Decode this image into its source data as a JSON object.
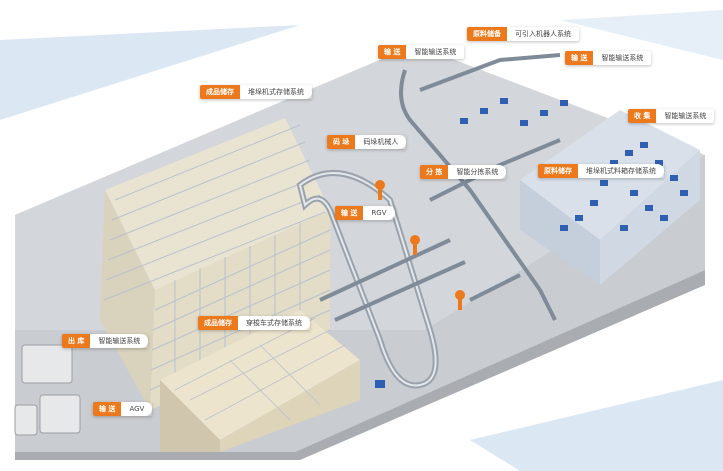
{
  "labels": [
    {
      "id": "raw-storage-top",
      "tag": "原料储备",
      "desc": "可引入机器人系统"
    },
    {
      "id": "convey-1",
      "tag": "输 送",
      "desc": "智能输送系统"
    },
    {
      "id": "convey-2",
      "tag": "输 送",
      "desc": "智能输送系统"
    },
    {
      "id": "finished-storage-1",
      "tag": "成品储存",
      "desc": "堆垛机式存储系统"
    },
    {
      "id": "sorting-1",
      "tag": "码 垛",
      "desc": "码垛机械人"
    },
    {
      "id": "collect",
      "tag": "收 集",
      "desc": "智能输送系统"
    },
    {
      "id": "sorting-2",
      "tag": "分 拣",
      "desc": "智能分拣系统"
    },
    {
      "id": "raw-storage-right",
      "tag": "原料储存",
      "desc": "堆垛机式料箱存储系统"
    },
    {
      "id": "convey-rgv",
      "tag": "输 送",
      "desc": "RGV"
    },
    {
      "id": "finished-storage-2",
      "tag": "成品储存",
      "desc": "穿梭车式存储系统"
    },
    {
      "id": "outbound",
      "tag": "出 库",
      "desc": "智能输送系统"
    },
    {
      "id": "convey-agv",
      "tag": "输 送",
      "desc": "AGV"
    }
  ],
  "colors": {
    "accent": "#ec7a1c",
    "floor": "#c9ccd0",
    "rack": "#b9c2cc",
    "goods": "#e8dcc0",
    "bins": "#2f5fb0",
    "conveyor": "#7f8b99"
  }
}
